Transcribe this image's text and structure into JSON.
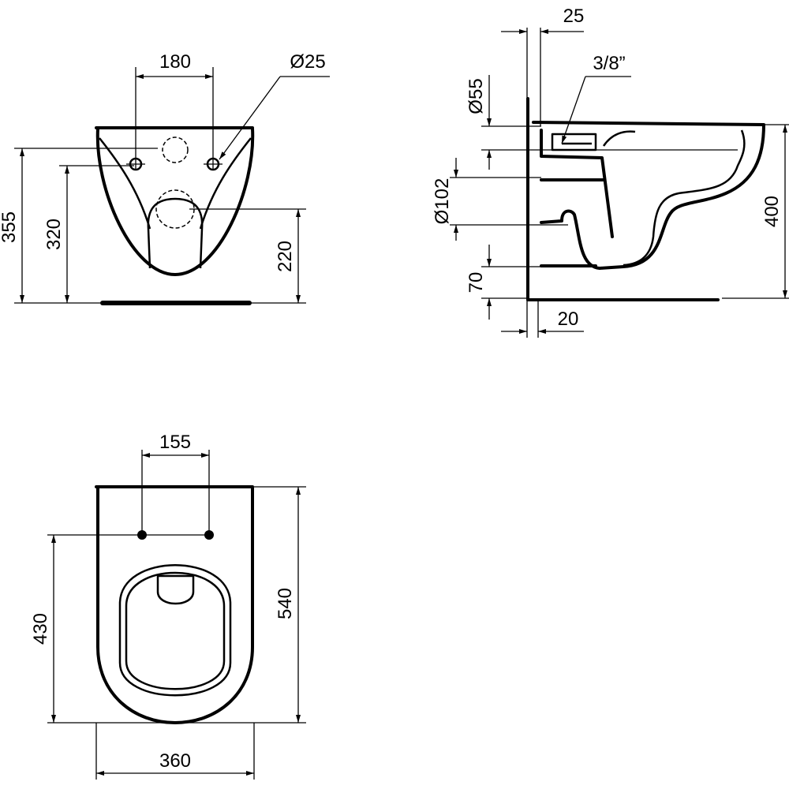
{
  "drawing": {
    "front_view": {
      "width_between_bolts": "180",
      "bolt_diameter": "Ø25",
      "total_height": "355",
      "bolt_height": "320",
      "outlet_height": "220"
    },
    "side_view": {
      "wall_gap_top": "25",
      "inlet_thread": "3/8”",
      "inlet_diameter": "Ø55",
      "outlet_diameter": "Ø102",
      "bottom_offset": "70",
      "wall_gap_bottom": "20",
      "rim_height": "400"
    },
    "top_view": {
      "bolt_spacing": "155",
      "bolt_to_front": "430",
      "total_depth": "540",
      "total_width": "360"
    }
  }
}
